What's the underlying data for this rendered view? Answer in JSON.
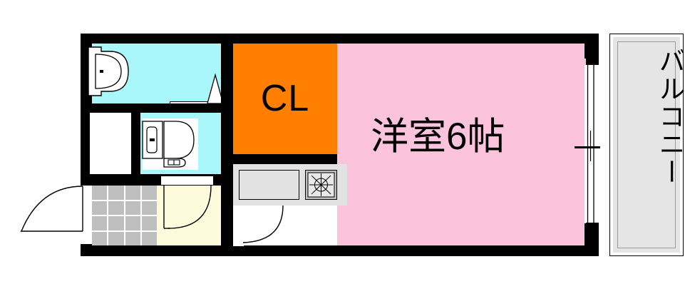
{
  "plan": {
    "title": "apartment-floor-plan",
    "rooms": [
      {
        "id": "bath",
        "label": "",
        "color": "#aaf7fb",
        "name": "unit-bath-area"
      },
      {
        "id": "toilet",
        "label": "",
        "color": "#aaf7fb",
        "name": "toilet-area"
      },
      {
        "id": "closet",
        "label": "CL",
        "color": "#ff8000",
        "name": "closet-area"
      },
      {
        "id": "room",
        "label": "洋室6帖",
        "color": "#fcc3dd",
        "name": "western-room-area"
      },
      {
        "id": "entry",
        "label": "",
        "color": "#fdfbdc",
        "name": "entry-hall-area"
      },
      {
        "id": "genkan",
        "label": "",
        "color": "#bfbfbf",
        "name": "genkan-tile-area"
      },
      {
        "id": "kitchen",
        "label": "",
        "color": "#e2e2e2",
        "name": "kitchen-counter"
      },
      {
        "id": "balcony",
        "label": "バルコニー",
        "color": "#e5e5e5",
        "name": "balcony-area"
      }
    ],
    "labels": {
      "closet": "CL",
      "room": "洋室6帖",
      "balcony": "バルコニー"
    },
    "colors": {
      "wall": "#000000",
      "bath": "#aaf7fb",
      "closet": "#ff8000",
      "room": "#fcc3dd",
      "entry": "#fdfbdc",
      "tile": "#bfbfbf",
      "kitchen": "#e2e2e2",
      "balcony": "#e5e5e5",
      "background": "#ffffff"
    },
    "fixtures": [
      {
        "id": "bathtub",
        "name": "bathtub-fixture"
      },
      {
        "id": "toilet",
        "name": "toilet-fixture"
      },
      {
        "id": "sink",
        "name": "kitchen-sink-fixture"
      },
      {
        "id": "stove",
        "name": "gas-stove-fixture"
      },
      {
        "id": "washer",
        "name": "washing-machine-space"
      }
    ],
    "doors": [
      {
        "id": "entrance-door",
        "name": "entrance-door-swing"
      },
      {
        "id": "hall-door",
        "name": "hall-door-swing"
      },
      {
        "id": "room-door",
        "name": "room-door-swing"
      },
      {
        "id": "bath-door",
        "name": "bath-folding-door"
      },
      {
        "id": "balcony-window",
        "name": "balcony-sliding-window"
      }
    ]
  }
}
